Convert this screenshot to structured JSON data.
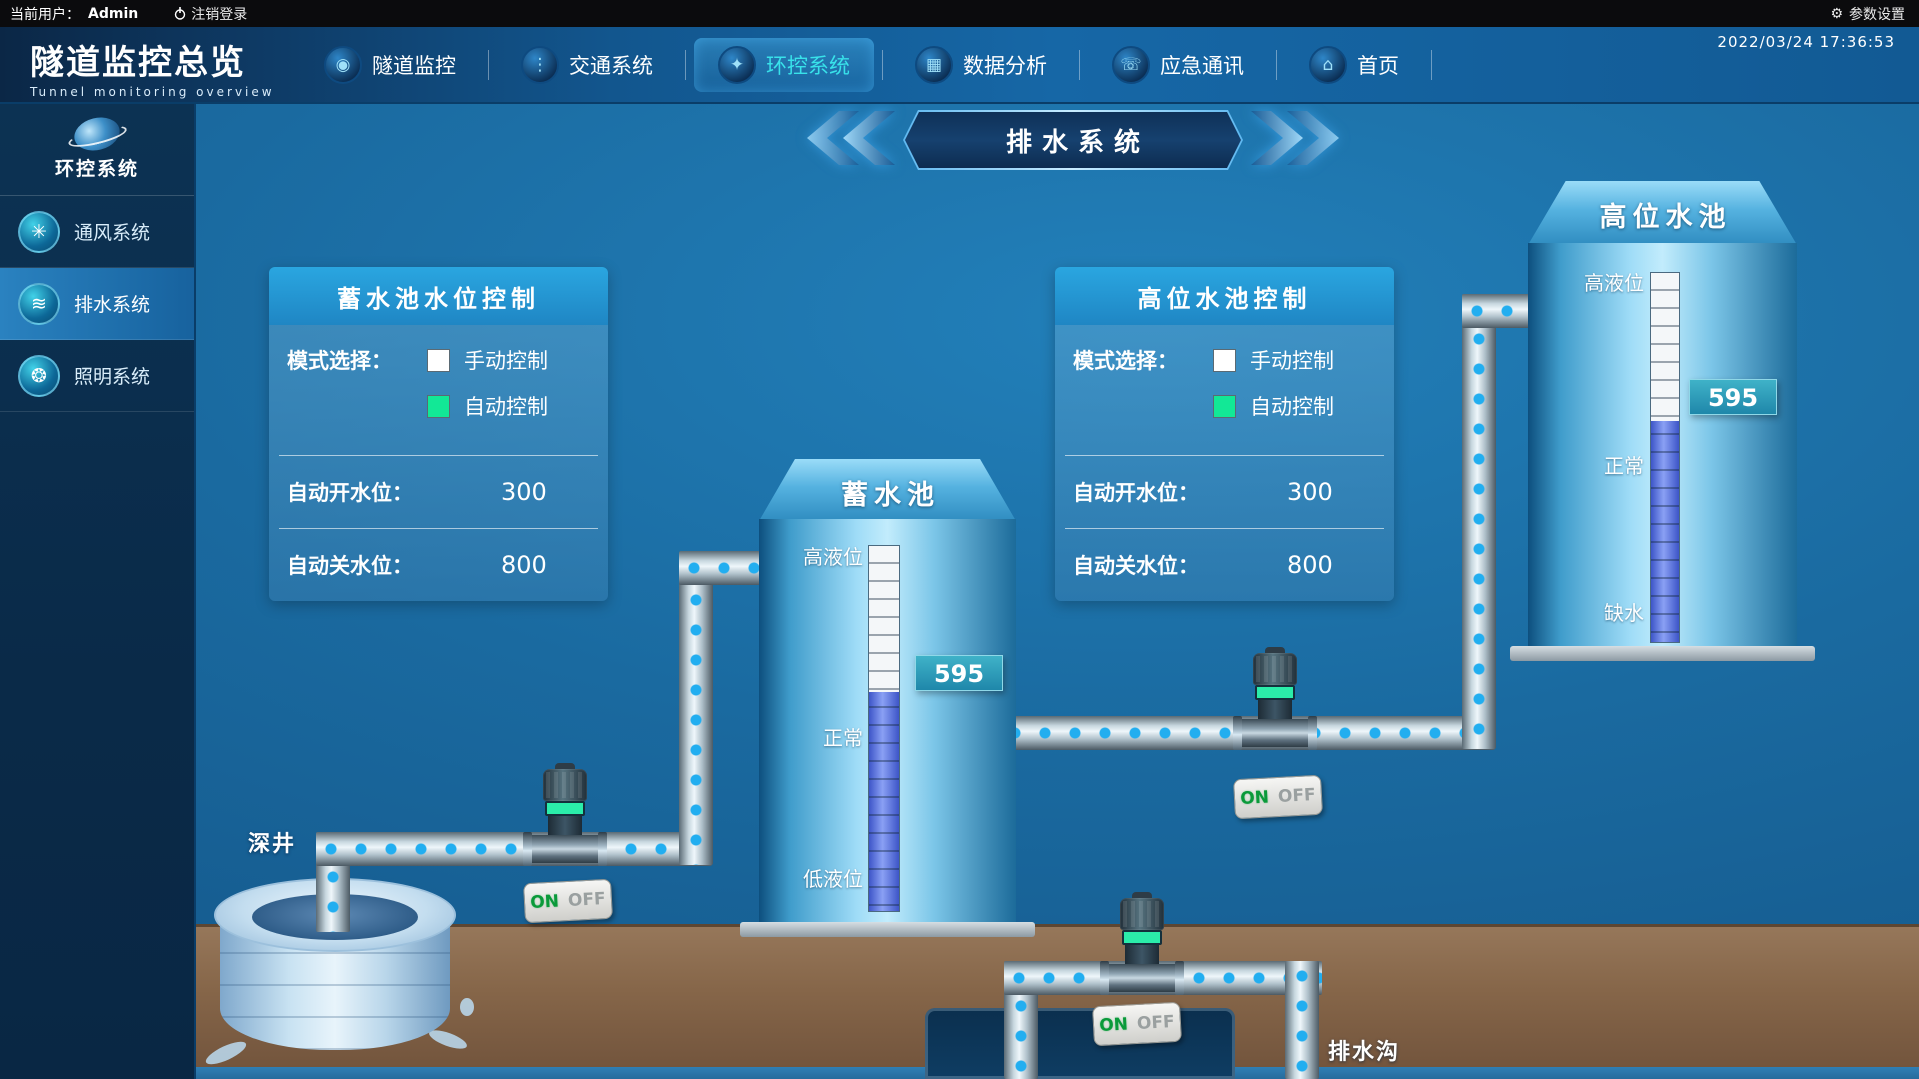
{
  "topbar": {
    "user_label": "当前用户：",
    "user_name": "Admin",
    "logout_label": "注销登录",
    "settings_label": "参数设置",
    "settings_glyph": "⚙",
    "datetime": "2022/03/24  17:36:53"
  },
  "header": {
    "title": "隧道监控总览",
    "subtitle": "Tunnel monitoring overview",
    "nav": [
      {
        "label": "隧道监控",
        "glyph": "◉"
      },
      {
        "label": "交通系统",
        "glyph": "⋮"
      },
      {
        "label": "环控系统",
        "glyph": "✦"
      },
      {
        "label": "数据分析",
        "glyph": "▦"
      },
      {
        "label": "应急通讯",
        "glyph": "☏"
      },
      {
        "label": "首页",
        "glyph": "⌂"
      }
    ]
  },
  "sidebar": {
    "system_title": "环控系统",
    "items": [
      {
        "label": "通风系统",
        "glyph": "✳"
      },
      {
        "label": "排水系统",
        "glyph": "≋"
      },
      {
        "label": "照明系统",
        "glyph": "❂"
      }
    ]
  },
  "main": {
    "banner_title": "排水系统",
    "panels": [
      {
        "title": "蓄水池水位控制",
        "mode_label": "模式选择：",
        "manual_label": "手动控制",
        "auto_label": "自动控制",
        "open_label": "自动开水位：",
        "open_value": "300",
        "close_label": "自动关水位：",
        "close_value": "800"
      },
      {
        "title": "高位水池控制",
        "mode_label": "模式选择：",
        "manual_label": "手动控制",
        "auto_label": "自动控制",
        "open_label": "自动开水位：",
        "open_value": "300",
        "close_label": "自动关水位：",
        "close_value": "800"
      }
    ],
    "tanks": [
      {
        "name": "蓄水池",
        "value": "595",
        "level_labels": [
          "高液位",
          "正常",
          "低液位"
        ]
      },
      {
        "name": "高位水池",
        "value": "595",
        "level_labels": [
          "高液位",
          "正常",
          "缺水"
        ]
      }
    ],
    "well_label": "深井",
    "drain_label": "排水沟",
    "switch": {
      "on": "ON",
      "off": "OFF"
    }
  },
  "colors": {
    "accent_cyan": "#38e2ea",
    "panel_header_blue": "#1f8fd0",
    "auto_checkbox_green": "#12e896",
    "water_fill_blue": "#5a74e8",
    "pipe_dot_blue": "#22aef0",
    "ground_brown": "#86664a"
  }
}
